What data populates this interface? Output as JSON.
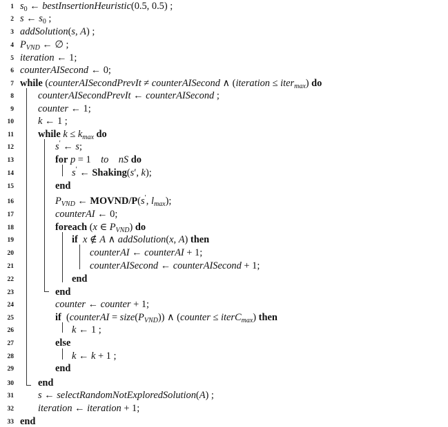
{
  "algorithm": {
    "lines": [
      {
        "num": "1",
        "html": "<i>s</i><sub>0</sub> ← <i>bestInsertionHeuristic</i>(0.5, 0.5) ;"
      },
      {
        "num": "2",
        "html": "<i>s</i> ← <i>s</i><sub>0</sub> ;"
      },
      {
        "num": "3",
        "html": "<i>addSolution</i>(<i>s</i>, <i>A</i>) ;"
      },
      {
        "num": "4",
        "html": "<i>P<sub>VND</sub></i> ← ∅ ;"
      },
      {
        "num": "5",
        "html": "<i>iteration</i> ← 1;"
      },
      {
        "num": "6",
        "html": "<i>counterAISecond</i> ← 0;"
      },
      {
        "num": "7",
        "html": "<b>while</b> (<i>counterAISecondPrevIt</i> ≠ <i>counterAISecond</i> ∧ (<i>iteration</i> ≤ <i>iter<sub>max</sub></i>) <b>do</b>"
      },
      {
        "num": "8",
        "html": "<i>counterAISecondPrevIt</i> ← <i>counterAISecond</i> ;"
      },
      {
        "num": "9",
        "html": "<i>counter</i> ← 1;"
      },
      {
        "num": "10",
        "html": "<i>k</i> ← 1 ;"
      },
      {
        "num": "11",
        "html": "<b>while</b> <i>k</i> ≤ <i>k<sub>max</sub></i> <b>do</b>"
      },
      {
        "num": "12",
        "html": "<i>s</i><sup>′</sup> ← <i>s</i>;"
      },
      {
        "num": "13",
        "html": "<b>for</b> <i>p</i> = 1    <i>to</i>    <i>nS</i> <b>do</b>"
      },
      {
        "num": "14",
        "html": "<i>s</i><sup>′</sup> ← <b>Shaking</b>(<i>s</i>′, <i>k</i>);"
      },
      {
        "num": "15",
        "html": "<b>end</b>"
      },
      {
        "num": "16",
        "html": "<i>P<sub>VND</sub></i> ← <b>MOVND/P</b>(<i>s</i><sup>′</sup>, <i>l<sub>max</sub></i>);"
      },
      {
        "num": "17",
        "html": "<i>counterAI</i> ← 0;"
      },
      {
        "num": "18",
        "html": "<b>foreach</b> (<i>x</i> ∈ <i>P<sub>VND</sub></i>) <b>do</b>"
      },
      {
        "num": "19",
        "html": "<b>if</b>  <i>x</i> ∉ <i>A</i> ∧ <i>addSolution</i>(<i>x</i>, <i>A</i>) <b>then</b>"
      },
      {
        "num": "20",
        "html": "<i>counterAI</i> ← <i>counterAI</i> + 1;"
      },
      {
        "num": "21",
        "html": "<i>counterAISecond</i> ← <i>counterAISecond</i> + 1;"
      },
      {
        "num": "22",
        "html": "<b>end</b>"
      },
      {
        "num": "23",
        "html": "<b>end</b>"
      },
      {
        "num": "24",
        "html": "<i>counter</i> ← <i>counter</i> + 1;"
      },
      {
        "num": "25",
        "html": "<b>if</b>  (<i>counterAI</i> = <i>size</i>(<i>P<sub>VND</sub></i>)) ∧ (<i>counter</i> ≤ <i>iterC<sub>max</sub></i>) <b>then</b>"
      },
      {
        "num": "26",
        "html": "<i>k</i> ← 1 ;"
      },
      {
        "num": "27",
        "html": "<b>else</b>"
      },
      {
        "num": "28",
        "html": "<i>k</i> ← <i>k</i> + 1 ;"
      },
      {
        "num": "29",
        "html": "<b>end</b>"
      },
      {
        "num": "30",
        "html": "<b>end</b>"
      },
      {
        "num": "31",
        "html": "<i>s</i> ← <i>selectRandomNotExploredSolution</i>(<i>A</i>) ;"
      },
      {
        "num": "32",
        "html": "<i>iteration</i> ← <i>iteration</i> + 1;"
      },
      {
        "num": "33",
        "html": "<b>end</b>"
      }
    ]
  }
}
